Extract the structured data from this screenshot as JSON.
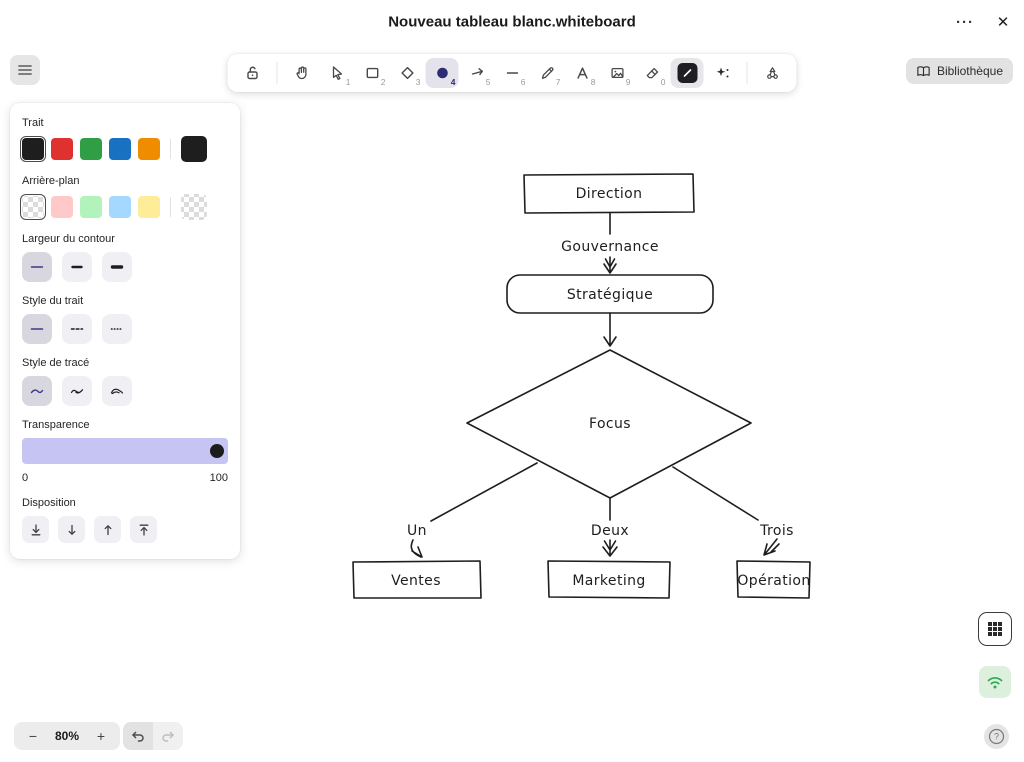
{
  "titlebar": {
    "title": "Nouveau tableau blanc.whiteboard",
    "more_label": "···",
    "close_label": "✕"
  },
  "toolbar": {
    "tools": [
      {
        "name": "lock",
        "badge": "",
        "active": false
      },
      {
        "name": "hand",
        "badge": "",
        "active": false
      },
      {
        "name": "selection",
        "badge": "1",
        "active": false
      },
      {
        "name": "rectangle",
        "badge": "2",
        "active": false
      },
      {
        "name": "diamond",
        "badge": "3",
        "active": false
      },
      {
        "name": "ellipse",
        "badge": "4",
        "active": true
      },
      {
        "name": "arrow",
        "badge": "5",
        "active": false
      },
      {
        "name": "line",
        "badge": "6",
        "active": false
      },
      {
        "name": "draw",
        "badge": "7",
        "active": false
      },
      {
        "name": "text",
        "badge": "8",
        "active": false
      },
      {
        "name": "image",
        "badge": "9",
        "active": false
      },
      {
        "name": "eraser",
        "badge": "0",
        "active": false
      },
      {
        "name": "laser-pointer",
        "badge": "",
        "active": true
      },
      {
        "name": "smart-picker",
        "badge": "",
        "active": false
      },
      {
        "name": "shapes",
        "badge": "",
        "active": false
      }
    ]
  },
  "library_button": {
    "label": "Bibliothèque"
  },
  "left_panel": {
    "stroke": {
      "label": "Trait",
      "swatches": [
        {
          "value": "#1e1e1e",
          "selected": true
        },
        {
          "value": "#e03131",
          "selected": false
        },
        {
          "value": "#2f9e44",
          "selected": false
        },
        {
          "value": "#1971c2",
          "selected": false
        },
        {
          "value": "#f08c00",
          "selected": false
        }
      ],
      "current": "#1e1e1e"
    },
    "background": {
      "label": "Arrière-plan",
      "swatches": [
        {
          "value": "transparent",
          "selected": true
        },
        {
          "value": "#ffc9c9",
          "selected": false
        },
        {
          "value": "#b2f2bb",
          "selected": false
        },
        {
          "value": "#a5d8ff",
          "selected": false
        },
        {
          "value": "#ffec99",
          "selected": false
        }
      ],
      "current": "transparent"
    },
    "stroke_width": {
      "label": "Largeur du contour",
      "options": [
        "fin",
        "moyen",
        "épais"
      ],
      "selected": 0
    },
    "stroke_style": {
      "label": "Style du trait",
      "options": [
        "plein",
        "tirets",
        "pointillés"
      ],
      "selected": 0
    },
    "sloppiness": {
      "label": "Style de tracé",
      "options": [
        "architecte",
        "artiste",
        "caricaturiste"
      ],
      "selected": 0
    },
    "opacity": {
      "label": "Transparence",
      "min_label": "0",
      "max_label": "100",
      "value": 100
    },
    "layers": {
      "label": "Disposition",
      "options": [
        "send-to-back",
        "send-backward",
        "bring-forward",
        "bring-to-front"
      ]
    }
  },
  "footer": {
    "zoom_out_label": "−",
    "zoom_level": "80%",
    "zoom_in_label": "+"
  },
  "side_buttons": {
    "grid": "grid-toggle",
    "connection": "connected",
    "help_label": "?"
  },
  "canvas": {
    "type": "flowchart",
    "nodes": [
      {
        "id": "direction",
        "shape": "rectangle",
        "label": "Direction"
      },
      {
        "id": "strategique",
        "shape": "rounded-rectangle",
        "label": "Stratégique"
      },
      {
        "id": "focus",
        "shape": "diamond",
        "label": "Focus"
      },
      {
        "id": "ventes",
        "shape": "rectangle",
        "label": "Ventes"
      },
      {
        "id": "marketing",
        "shape": "rectangle",
        "label": "Marketing"
      },
      {
        "id": "operation",
        "shape": "rectangle",
        "label": "Opération"
      }
    ],
    "edges": [
      {
        "from": "direction",
        "to": "strategique",
        "label": "Gouvernance"
      },
      {
        "from": "strategique",
        "to": "focus",
        "label": ""
      },
      {
        "from": "focus",
        "to": "ventes",
        "label": "Un"
      },
      {
        "from": "focus",
        "to": "marketing",
        "label": "Deux"
      },
      {
        "from": "focus",
        "to": "operation",
        "label": "Trois"
      }
    ]
  }
}
